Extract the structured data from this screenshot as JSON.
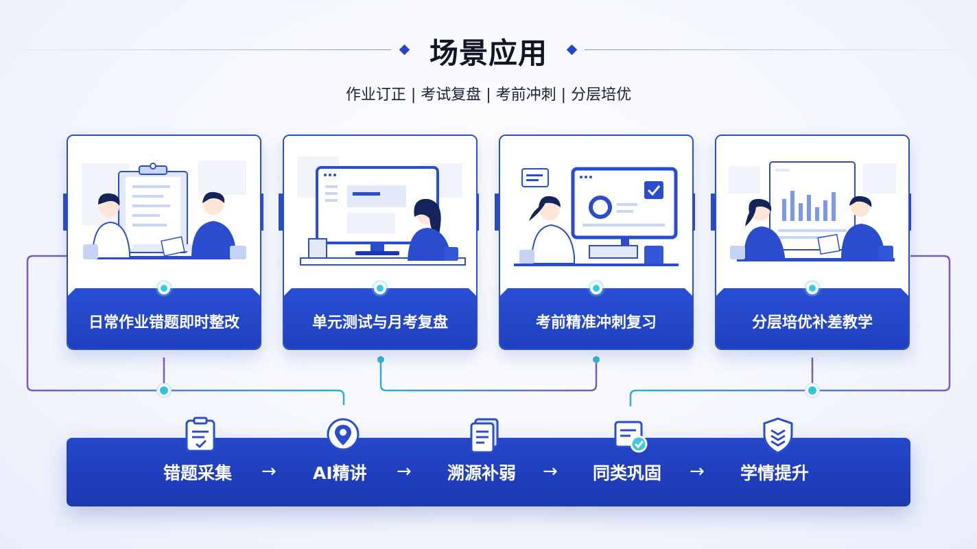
{
  "header": {
    "title": "场景应用",
    "subtitle": "作业订正 | 考试复盘 | 考前冲刺 | 分层培优"
  },
  "cards": [
    {
      "label": "日常作业错题即时整改",
      "scene_icon": "clipboard-review-scene"
    },
    {
      "label": "单元测试与月考复盘",
      "scene_icon": "computer-study-scene"
    },
    {
      "label": "考前精准冲刺复习",
      "scene_icon": "monitor-review-scene"
    },
    {
      "label": "分层培优补差教学",
      "scene_icon": "data-tutoring-scene"
    }
  ],
  "flow": {
    "steps": [
      {
        "label": "错题采集",
        "icon": "clipboard-check-icon"
      },
      {
        "label": "AI精讲",
        "icon": "location-pin-icon"
      },
      {
        "label": "溯源补弱",
        "icon": "document-stack-icon"
      },
      {
        "label": "同类巩固",
        "icon": "check-card-icon"
      },
      {
        "label": "学情提升",
        "icon": "shield-layers-icon"
      }
    ],
    "arrow": "→"
  },
  "colors": {
    "primary": "#2247c9",
    "accent_cyan": "#35c9e2",
    "connector_purple": "#7b5bb3",
    "text_dark": "#111526"
  }
}
